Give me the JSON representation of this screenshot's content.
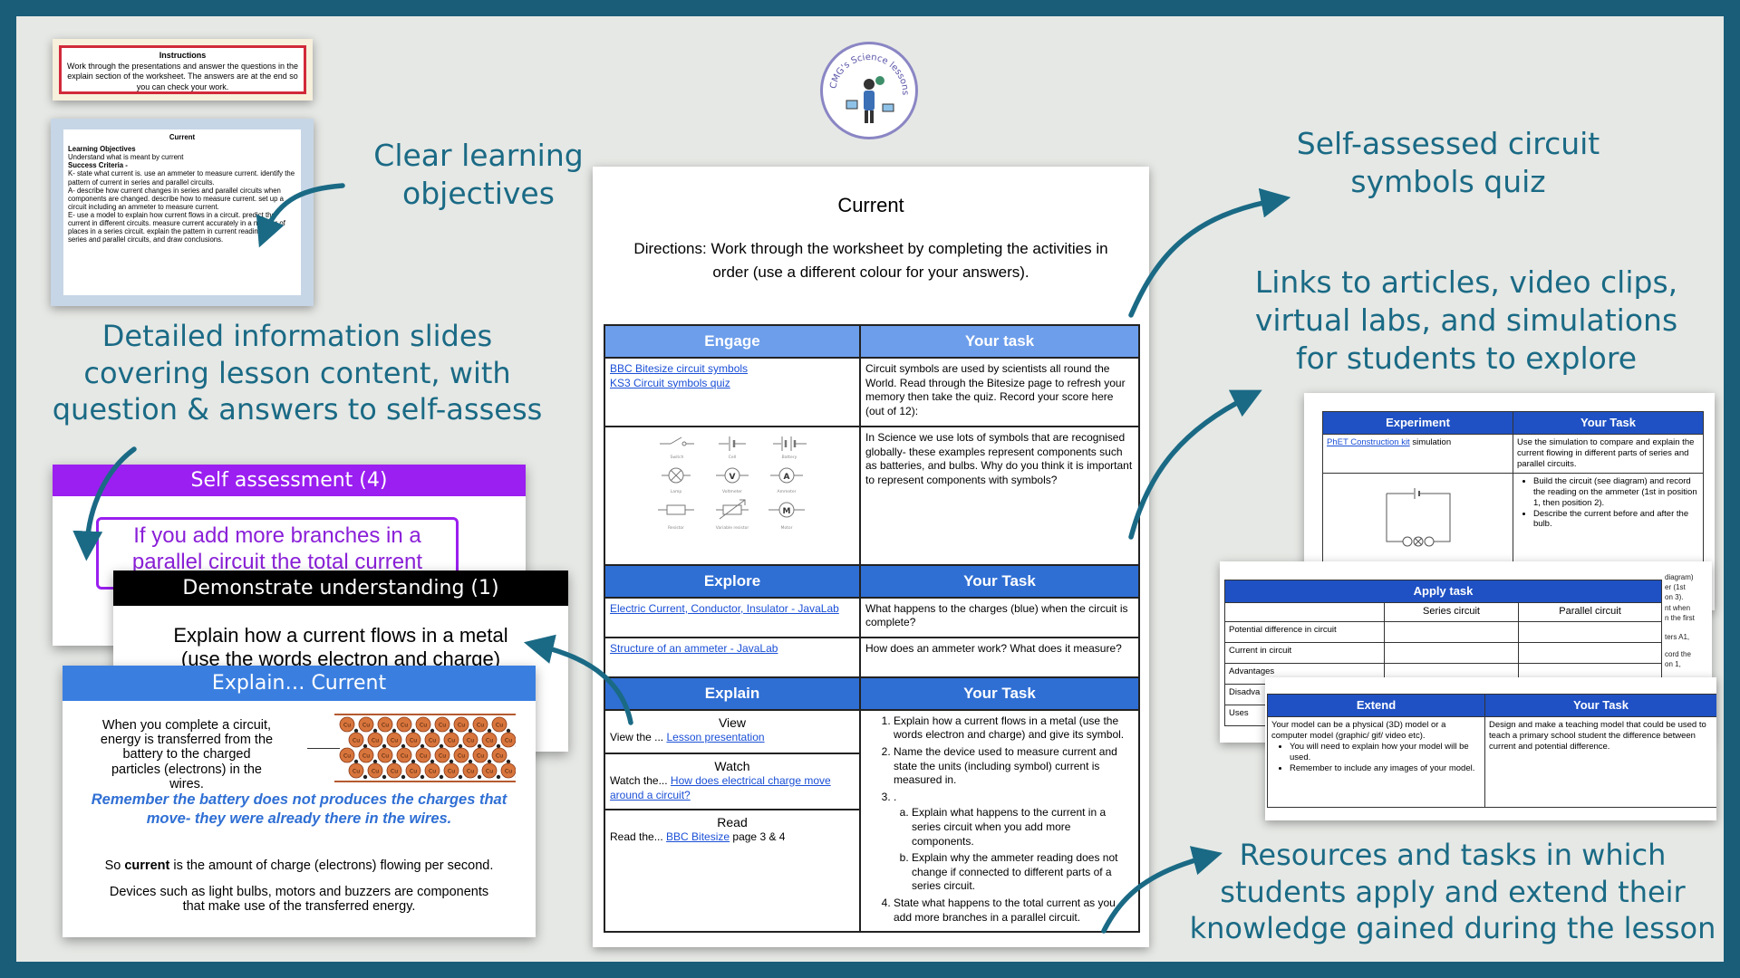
{
  "logo": {
    "text": "CMG's Science lessons"
  },
  "annotations": {
    "learning_objectives": [
      "Clear learning",
      "objectives"
    ],
    "info_slides": [
      "Detailed information slides",
      "covering lesson content, with",
      "question & answers to self-assess"
    ],
    "quiz": [
      "Self-assessed circuit",
      "symbols quiz"
    ],
    "links": [
      "Links to articles, video clips,",
      "virtual labs, and simulations",
      "for students to explore"
    ],
    "resources": [
      "Resources and tasks in which",
      "students apply and extend their",
      "knowledge gained during the lesson"
    ]
  },
  "instructions_card": {
    "title": "Instructions",
    "body": "Work through the presentations and answer the questions in the explain section of the worksheet. The answers are at the end so you can check your work."
  },
  "objectives_card": {
    "title": "Current",
    "lo_heading": "Learning Objectives",
    "lo_text": "Understand what is meant by current",
    "sc_heading": "Success Criteria -",
    "k": "K- state what current is. use an ammeter to measure current. identify the pattern of current in series and parallel circuits.",
    "a": "A- describe how current changes in series and parallel circuits when components are changed. describe how to measure current. set up a circuit including an ammeter to measure current.",
    "e": "E- use a model to explain how current flows in a circuit. predict the current in different circuits. measure current accurately in a number of places in a series circuit. explain the pattern in current readings for series and parallel circuits, and draw conclusions."
  },
  "slide_self": {
    "header": "Self assessment (4)",
    "text": "If you add more branches in a parallel circuit the total current"
  },
  "slide_demo": {
    "header": "Demonstrate understanding (1)",
    "text": "Explain how a current flows in a metal",
    "text2": "(use the words electron and charge)"
  },
  "slide_explain": {
    "header": "Explain… Current",
    "p1": "When you complete a circuit, energy is transferred from the battery to the charged particles (electrons) in the wires.",
    "note": "Remember the battery does not produces the charges that move- they were already there in the wires.",
    "p3_pre": "So ",
    "p3_bold": "current",
    "p3_post": " is the amount of charge (electrons) flowing per second.",
    "p4": "Devices such as light bulbs, motors and buzzers are components that make use of the transferred energy.",
    "particle": "Cu"
  },
  "worksheet": {
    "title": "Current",
    "directions": "Directions: Work through the worksheet by completing the activities in order (use a different colour for your answers).",
    "engage": {
      "h1": "Engage",
      "h2": "Your task",
      "link1": "BBC Bitesize circuit symbols",
      "link2": "KS3 Circuit symbols quiz",
      "task1": "Circuit symbols are used by scientists all round the World. Read through the Bitesize page to refresh your memory then take the quiz. Record your score here (out of 12):",
      "task2": "In Science we use lots of symbols that are recognised globally- these examples represent components such as batteries, and bulbs. Why do you think it is important to represent components with symbols?",
      "symbols": [
        "Switch",
        "Cell",
        "Battery",
        "Lamp",
        "Voltmeter",
        "Ammeter",
        "Resistor",
        "Variable resistor",
        "Motor"
      ],
      "symbol_letters": [
        "V",
        "A",
        "M"
      ]
    },
    "explore": {
      "h1": "Explore",
      "h2": "Your Task",
      "link1": "Electric Current, Conductor, Insulator - JavaLab",
      "task1": "What happens to the charges (blue) when the circuit is complete?",
      "link2": "Structure of an ammeter - JavaLab",
      "task2": "How does an ammeter work? What does it measure?"
    },
    "explain": {
      "h1": "Explain",
      "h2": "Your Task",
      "view_label": "View",
      "view_pre": "View the ... ",
      "view_link": "Lesson presentation",
      "watch_label": "Watch",
      "watch_pre": "Watch the... ",
      "watch_link": "How does electrical charge move around a circuit?",
      "read_label": "Read",
      "read_pre": "Read the... ",
      "read_link": "BBC Bitesize",
      "read_post": " page 3 & 4",
      "q1": "Explain how a current flows in a metal (use the words electron and charge) and give its symbol.",
      "q2": "Name the device used to measure current and state the units (including symbol) current is measured in.",
      "q3": ".",
      "q3a": "Explain what happens to the current in a series circuit when you add more components.",
      "q3b": "Explain why the ammeter reading does not change if connected to different parts of a series circuit.",
      "q4": "State what happens to the total current as you add more branches in a parallel circuit."
    }
  },
  "experiment_card": {
    "h1": "Experiment",
    "h2": "Your Task",
    "link": "PhET Construction kit",
    "link_post": " simulation",
    "task1": "Use the simulation to compare and explain the current flowing in different parts of series and parallel circuits.",
    "bullets": [
      "Build the circuit (see diagram) and record the reading on the ammeter (1st in position 1, then position 2).",
      "Describe the current before and after the bulb."
    ],
    "right_fragments": [
      "diagram)",
      "er (1st",
      "on 3).",
      "nt when",
      "n the first",
      "ters A1,",
      "cord the",
      "on 1,"
    ]
  },
  "apply_card": {
    "title": "Apply task",
    "col1": "Series circuit",
    "col2": "Parallel circuit",
    "rows": [
      "Potential difference in circuit",
      "Current in circuit",
      "Advantages",
      "Disadva",
      "Uses"
    ]
  },
  "extend_card": {
    "h1": "Extend",
    "h2": "Your Task",
    "left_text": "Your model can be a physical (3D) model or a computer model (graphic/ gif/ video etc).",
    "left_bullets": [
      "You will need to explain how your model will be used.",
      "Remember to include any images of your model."
    ],
    "right_text": "Design and make a teaching model that could be used to teach a primary school student the difference between current and potential difference."
  }
}
